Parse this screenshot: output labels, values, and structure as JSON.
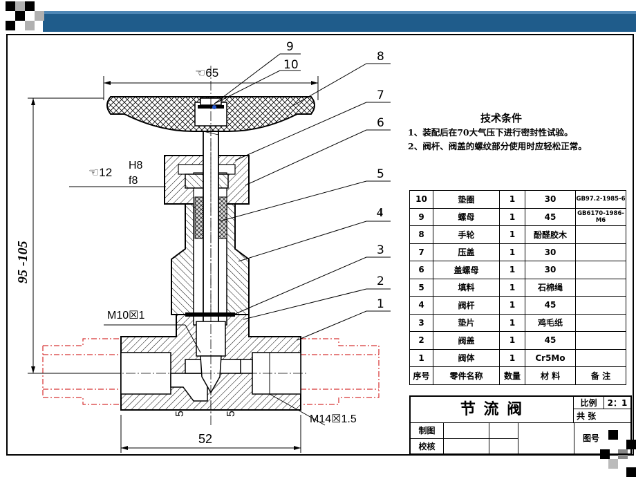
{
  "drawing": {
    "dims": {
      "handwheel_dia": "☜65",
      "overall_height": "95 -105",
      "fit_dia": "☜12",
      "fit_upper": "H8",
      "fit_lower": "f8",
      "thread_left": "M10☒1",
      "thread_right": "M14☒1.5",
      "body_length": "52",
      "offset_left": "5",
      "offset_right": "5"
    },
    "balloons": [
      "9",
      "10",
      "8",
      "7",
      "6",
      "5",
      "4",
      "3",
      "2",
      "1"
    ]
  },
  "tech": {
    "title": "技术条件",
    "line1": "1、装配后在70大气压下进行密封性试验。",
    "line2": "2、阀杆、阀盖的螺纹部分使用时应轻松正常。"
  },
  "bom": {
    "rows": [
      [
        "10",
        "垫圈",
        "1",
        "30",
        "GB97.2-1985-6"
      ],
      [
        "9",
        "螺母",
        "1",
        "45",
        "GB6170-1986-M6"
      ],
      [
        "8",
        "手轮",
        "1",
        "酚醛胶木",
        ""
      ],
      [
        "7",
        "压盖",
        "1",
        "30",
        ""
      ],
      [
        "6",
        "盖螺母",
        "1",
        "30",
        ""
      ],
      [
        "5",
        "填料",
        "1",
        "石棉绳",
        ""
      ],
      [
        "4",
        "阀杆",
        "1",
        "45",
        ""
      ],
      [
        "3",
        "垫片",
        "1",
        "鸡毛纸",
        ""
      ],
      [
        "2",
        "阀盖",
        "1",
        "45",
        ""
      ],
      [
        "1",
        "阀体",
        "1",
        "Cr5Mo",
        ""
      ]
    ],
    "header": [
      "序号",
      "零件名称",
      "数量",
      "材 料",
      "备 注"
    ]
  },
  "title_block": {
    "name": "节 流 阀",
    "scale_label": "比例",
    "scale_value": "2：1",
    "sheets_label": "共 张",
    "drawn": "制图",
    "checked": "校核",
    "drawing_no": "图号"
  }
}
